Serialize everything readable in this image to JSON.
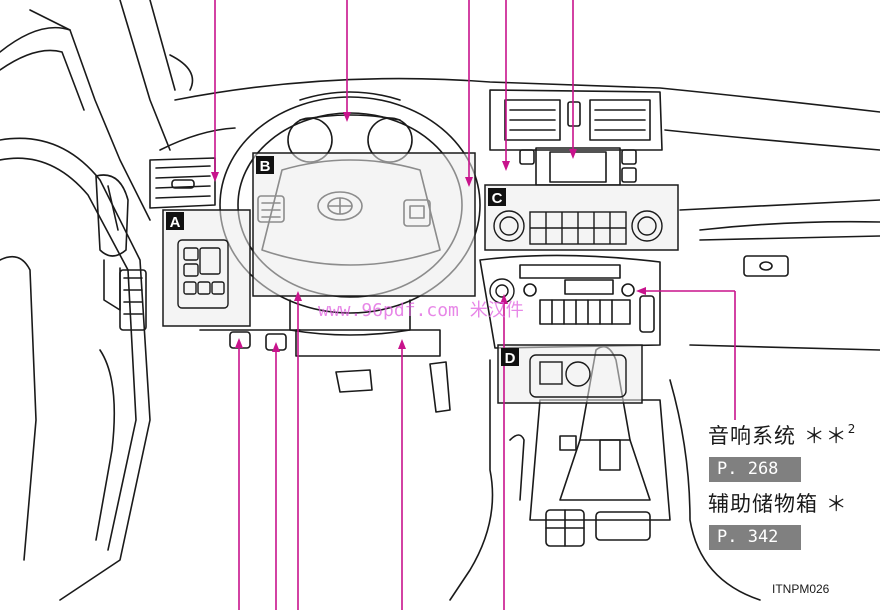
{
  "callouts": [
    {
      "id": "A"
    },
    {
      "id": "B"
    },
    {
      "id": "C"
    },
    {
      "id": "D"
    }
  ],
  "audio": {
    "label": "音响系统",
    "marks": "＊＊",
    "superscript": "2",
    "page": "P.  268"
  },
  "storage": {
    "label": "辅助储物箱",
    "marks": "＊",
    "page": "P.  342"
  },
  "figure_code": "ITNPM026",
  "watermark": "www.96pdf.com 米汉件",
  "colors": {
    "leader": "#c8138c",
    "ink": "#1a1a1a",
    "box": "#808080",
    "badge": "#111111"
  }
}
